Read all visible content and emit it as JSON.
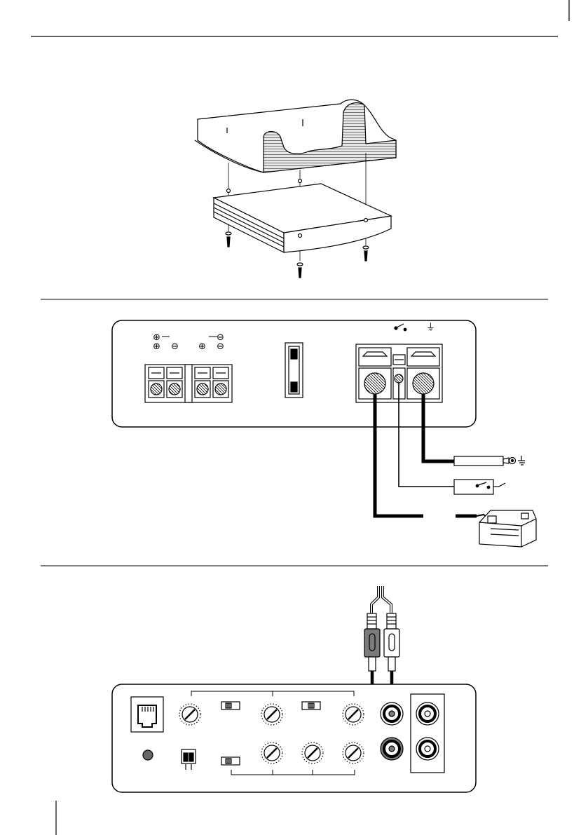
{
  "page": {
    "top_rule": "page-top-rule",
    "figure_1": "mounting-diagram",
    "figure_2": "power-wiring-diagram",
    "figure_3": "input-wiring-diagram"
  },
  "terminals": {
    "speaker_symbols": {
      "bridged_left": "⊕",
      "bridged_right": "⊖",
      "ch1_plus": "⊕",
      "ch1_minus": "⊖",
      "ch2_plus": "⊕",
      "ch2_minus": "⊖"
    },
    "remote_symbol": "remote-switch-icon",
    "ground_symbol": "⏚"
  },
  "colors": {
    "line": "#000000",
    "fill_light": "#ffffff",
    "fill_gray": "#d9d9d9",
    "fill_dark": "#7a7a7a"
  }
}
